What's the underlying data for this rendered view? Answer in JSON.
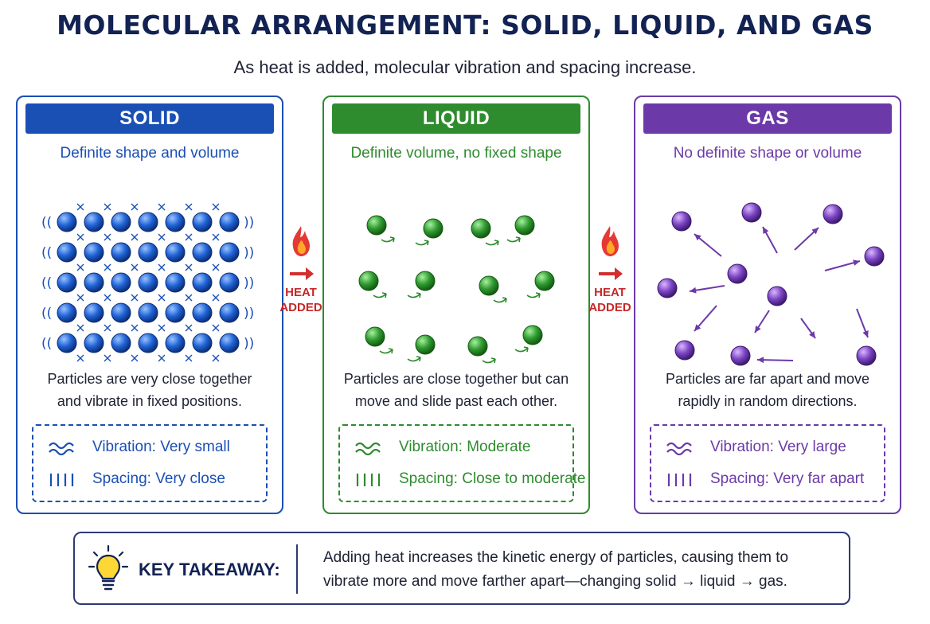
{
  "title": "MOLECULAR ARRANGEMENT: SOLID, LIQUID, AND GAS",
  "subtitle": "As heat is added, molecular vibration and spacing increase.",
  "colors": {
    "solid": "#1a4fb4",
    "liquid": "#2e8b2e",
    "gas": "#6b3aa8",
    "heat": "#c62828",
    "dark": "#122253"
  },
  "states": [
    {
      "key": "solid",
      "header": "SOLID",
      "subtitle": "Definite shape and volume",
      "description": "Particles are very close together and vibrate in fixed positions.",
      "vibration_label": "Vibration:",
      "vibration_value": "Very small",
      "spacing_label": "Spacing:",
      "spacing_value": "Very close"
    },
    {
      "key": "liquid",
      "header": "LIQUID",
      "subtitle": "Definite volume, no fixed shape",
      "description": "Particles are close together but can move and slide past each other.",
      "vibration_label": "Vibration:",
      "vibration_value": "Moderate",
      "spacing_label": "Spacing:",
      "spacing_value": "Close to moderate"
    },
    {
      "key": "gas",
      "header": "GAS",
      "subtitle": "No definite shape or volume",
      "description": "Particles are far apart and move rapidly in random directions.",
      "vibration_label": "Vibration:",
      "vibration_value": "Very large",
      "spacing_label": "Spacing:",
      "spacing_value": "Very far apart"
    }
  ],
  "heat_labels": [
    {
      "line1": "HEAT",
      "line2": "ADDED",
      "icon": "flame-icon"
    },
    {
      "line1": "HEAT",
      "line2": "ADDED",
      "icon": "flame-icon"
    }
  ],
  "takeaway": {
    "icon": "lightbulb-icon",
    "label": "KEY TAKEAWAY:",
    "text": "Adding heat increases the kinetic energy of particles, causing them to vibrate more and move farther apart—changing solid → liquid → gas."
  }
}
